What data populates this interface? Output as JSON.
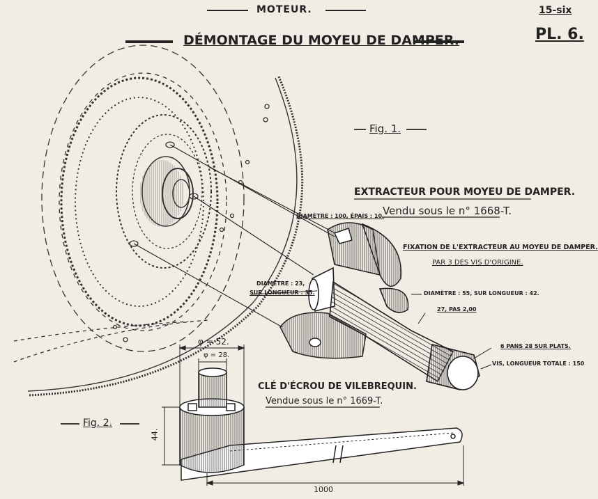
{
  "header": {
    "section": "MOTEUR.",
    "code": "15-six",
    "plate": "PL. 6.",
    "title": "DÉMONTAGE DU MOYEU DE DAMPER."
  },
  "fig1": {
    "label": "Fig. 1.",
    "extractor_title": "EXTRACTEUR POUR MOYEU DE DAMPER.",
    "extractor_ref": "Vendu sous le n° 1668-T.",
    "fixation_line1": "FIXATION DE L'EXTRACTEUR AU MOYEU DE DAMPER.",
    "fixation_line2": "PAR 3 DES VIS D'ORIGINE.",
    "dim_plate": "DIAMÈTRE : 100, ÉPAIS : 10.",
    "dim_shaft_1": "DIAMÈTRE : 23,",
    "dim_shaft_2": "SUR LONGUEUR : 35.",
    "dim_body": "DIAMÈTRE : 55, SUR LONGUEUR : 42.",
    "dim_thread": "27, PAS 2,00",
    "dim_hex": "6 PANS 28 SUR PLATS.",
    "dim_screw": "VIS, LONGUEUR TOTALE : 150"
  },
  "fig2": {
    "label": "Fig. 2.",
    "title": "CLÉ D'ÉCROU DE VILEBREQUIN.",
    "ref": "Vendue sous le n° 1669-T.",
    "dim_outer": "φ = 52.",
    "dim_inner": "φ = 28.",
    "dim_height": "44.",
    "dim_length": "1000"
  }
}
